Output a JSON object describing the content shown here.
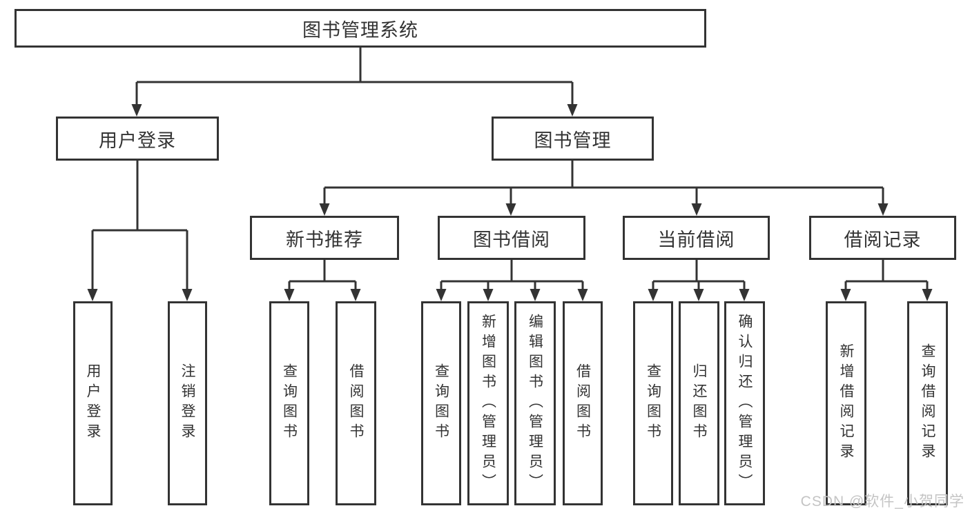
{
  "diagram": {
    "type": "hierarchy-tree",
    "tree": {
      "label": "图书管理系统",
      "children": [
        {
          "label": "用户登录",
          "children": [
            {
              "label": "用户登录"
            },
            {
              "label": "注销登录"
            }
          ]
        },
        {
          "label": "图书管理",
          "children": [
            {
              "label": "新书推荐",
              "children": [
                {
                  "label": "查询图书"
                },
                {
                  "label": "借阅图书"
                }
              ]
            },
            {
              "label": "图书借阅",
              "children": [
                {
                  "label": "查询图书"
                },
                {
                  "label": "新增图书（管理员）"
                },
                {
                  "label": "编辑图书（管理员）"
                },
                {
                  "label": "借阅图书"
                }
              ]
            },
            {
              "label": "当前借阅",
              "children": [
                {
                  "label": "查询图书"
                },
                {
                  "label": "归还图书"
                },
                {
                  "label": "确认归还（管理员）"
                }
              ]
            },
            {
              "label": "借阅记录",
              "children": [
                {
                  "label": "新增借阅记录"
                },
                {
                  "label": "查询借阅记录"
                }
              ]
            }
          ]
        }
      ]
    },
    "colors": {
      "line": "#333333",
      "box_background": "#ffffff",
      "watermark": "#c4c4c4"
    }
  },
  "watermark": {
    "text": "CSDN @软件_小贺同学"
  }
}
